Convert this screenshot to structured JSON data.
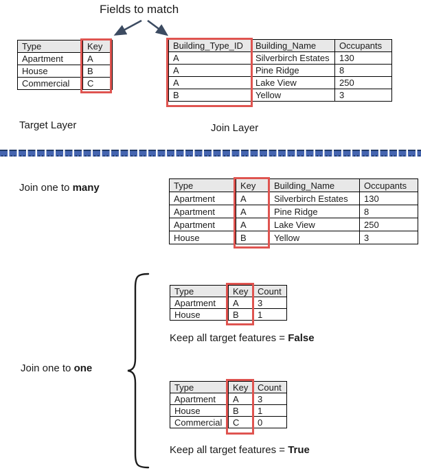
{
  "title": "Fields to match",
  "labels": {
    "target_layer": "Target Layer",
    "join_layer": "Join Layer",
    "join_many_prefix": "Join one to ",
    "join_many_bold": "many",
    "join_one_prefix": "Join one to ",
    "join_one_bold": "one",
    "keep_false_prefix": "Keep all target features = ",
    "keep_false_bold": "False",
    "keep_true_prefix": "Keep all target features = ",
    "keep_true_bold": "True"
  },
  "colors": {
    "highlight_red": "#df5450",
    "header_gray": "#e8e8e8",
    "arrow_navy": "#3c4b61",
    "divider_blue": "#4565b0",
    "divider_navy": "#1f3864"
  },
  "tables": {
    "target": {
      "headers": [
        "Type",
        "Key"
      ],
      "rows": [
        [
          "Apartment",
          "A"
        ],
        [
          "House",
          "B"
        ],
        [
          "Commercial",
          "C"
        ]
      ]
    },
    "join": {
      "headers": [
        "Building_Type_ID",
        "Building_Name",
        "Occupants"
      ],
      "rows": [
        [
          "A",
          "Silverbirch Estates",
          "130"
        ],
        [
          "A",
          "Pine Ridge",
          "8"
        ],
        [
          "A",
          "Lake View",
          "250"
        ],
        [
          "B",
          "Yellow",
          "3"
        ]
      ]
    },
    "one_to_many": {
      "headers": [
        "Type",
        "Key",
        "Building_Name",
        "Occupants"
      ],
      "rows": [
        [
          "Apartment",
          "A",
          "Silverbirch Estates",
          "130"
        ],
        [
          "Apartment",
          "A",
          "Pine Ridge",
          "8"
        ],
        [
          "Apartment",
          "A",
          "Lake View",
          "250"
        ],
        [
          "House",
          "B",
          "Yellow",
          "3"
        ]
      ]
    },
    "one_to_one_false": {
      "headers": [
        "Type",
        "Key",
        "Count"
      ],
      "rows": [
        [
          "Apartment",
          "A",
          "3"
        ],
        [
          "House",
          "B",
          "1"
        ]
      ]
    },
    "one_to_one_true": {
      "headers": [
        "Type",
        "Key",
        "Count"
      ],
      "rows": [
        [
          "Apartment",
          "A",
          "3"
        ],
        [
          "House",
          "B",
          "1"
        ],
        [
          "Commercial",
          "C",
          "0"
        ]
      ]
    }
  }
}
